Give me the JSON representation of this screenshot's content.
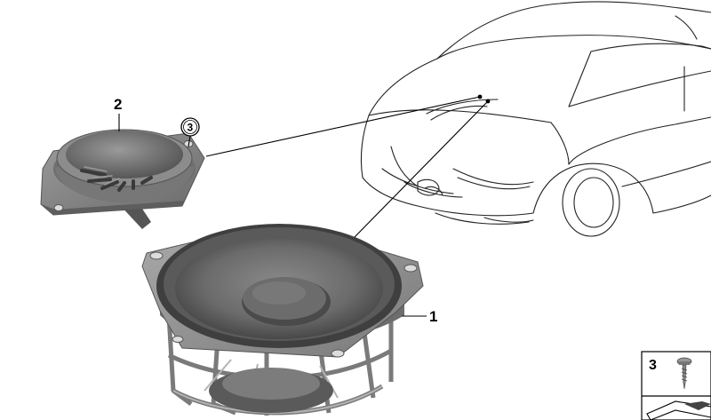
{
  "callouts": {
    "speaker_midrange": "1",
    "speaker_tweeter": "2",
    "screw": "3"
  },
  "legend": {
    "screw_number": "3"
  }
}
